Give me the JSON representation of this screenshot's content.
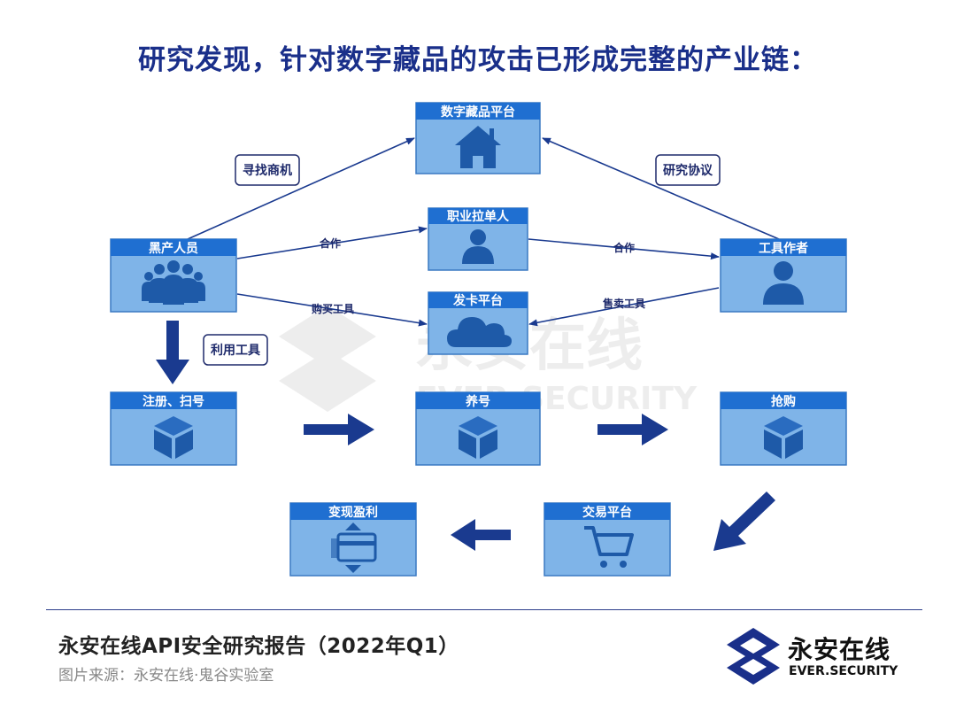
{
  "headline": "研究发现，针对数字藏品的攻击已形成完整的产业链：",
  "nodes": {
    "platform": "数字藏品平台",
    "blackhat": "黑产人员",
    "jobposter": "职业拉单人",
    "cardplatform": "发卡平台",
    "toolmaker": "工具作者",
    "register": "注册、扫号",
    "nurture": "养号",
    "rush": "抢购",
    "trade": "交易平台",
    "cashout": "变现盈利"
  },
  "edge_labels": {
    "find_business": "寻找商机",
    "research_protocol": "研究协议",
    "cooperate_left": "合作",
    "cooperate_right": "合作",
    "buy_tools": "购买工具",
    "sell_tools": "售卖工具",
    "use_tools": "利用工具"
  },
  "watermark": {
    "name": "永安在线",
    "sub": "EVER.SECURITY"
  },
  "footer": {
    "title": "永安在线API安全研究报告（2022年Q1）",
    "source": "图片来源：永安在线·鬼谷实验室"
  },
  "brand": {
    "name": "永安在线",
    "sub": "EVER.SECURITY"
  },
  "colors": {
    "headline": "#1a2f8a",
    "box_fill": "#7fb4e8",
    "box_header": "#1f6fd1",
    "box_border": "#3a79c2",
    "icon": "#1e5aa8",
    "arrow": "#1a3a8f"
  },
  "icons": {
    "platform": "house-icon",
    "blackhat": "group-icon",
    "jobposter": "person-icon",
    "cardplatform": "cloud-icon",
    "toolmaker": "person-icon",
    "register": "cube-icon",
    "nurture": "cube-icon",
    "rush": "cube-icon",
    "trade": "cart-icon",
    "cashout": "card-icon"
  }
}
